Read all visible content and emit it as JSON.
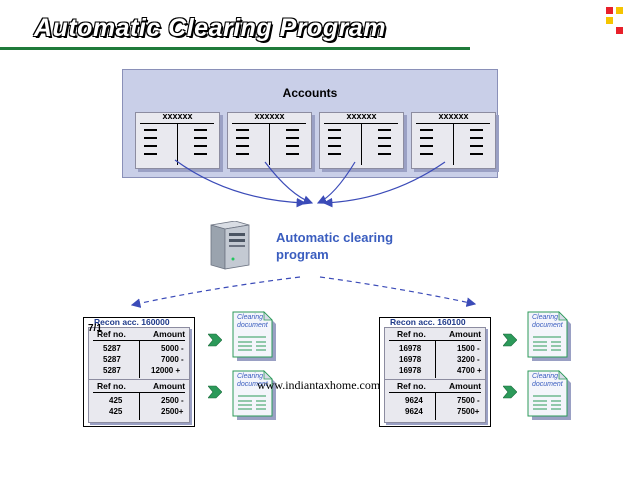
{
  "title": "Automatic Clearing Program",
  "colors": {
    "accent_green": "#1f7a3a",
    "logo_red": "#e8202a",
    "logo_yellow": "#f5c400",
    "label_blue": "#3a5dbf",
    "doc_green": "#2c9a5a"
  },
  "accounts": {
    "label": "Accounts",
    "items": [
      {
        "header": "xxxxxx"
      },
      {
        "header": "xxxxxx"
      },
      {
        "header": "xxxxxx"
      },
      {
        "header": "xxxxxx"
      }
    ]
  },
  "program": {
    "line1": "Automatic clearing",
    "line2": "program",
    "icon": "server-icon"
  },
  "left_recon": {
    "title": "Recon acc. 160000",
    "stray": "7/1",
    "tables": [
      {
        "col1": "Ref no.",
        "col2": "Amount",
        "rows": [
          [
            "5287",
            "5000 -"
          ],
          [
            "5287",
            "7000 -"
          ],
          [
            "5287",
            "12000 +"
          ]
        ]
      },
      {
        "col1": "Ref no.",
        "col2": "Amount",
        "rows": [
          [
            "425",
            "2500 -"
          ],
          [
            "425",
            "2500+"
          ]
        ]
      }
    ]
  },
  "right_recon": {
    "title": "Recon acc. 160100",
    "tables": [
      {
        "col1": "Ref no.",
        "col2": "Amount",
        "rows": [
          [
            "16978",
            "1500 -"
          ],
          [
            "16978",
            "3200 -"
          ],
          [
            "16978",
            "4700 +"
          ]
        ]
      },
      {
        "col1": "Ref no.",
        "col2": "Amount",
        "rows": [
          [
            "9624",
            "7500 -"
          ],
          [
            "9624",
            "7500+"
          ]
        ]
      }
    ]
  },
  "documents": {
    "label_line1": "Clearing",
    "label_line2": "document",
    "icon": "document-icon"
  },
  "watermark": "www.indiantaxhome.com"
}
